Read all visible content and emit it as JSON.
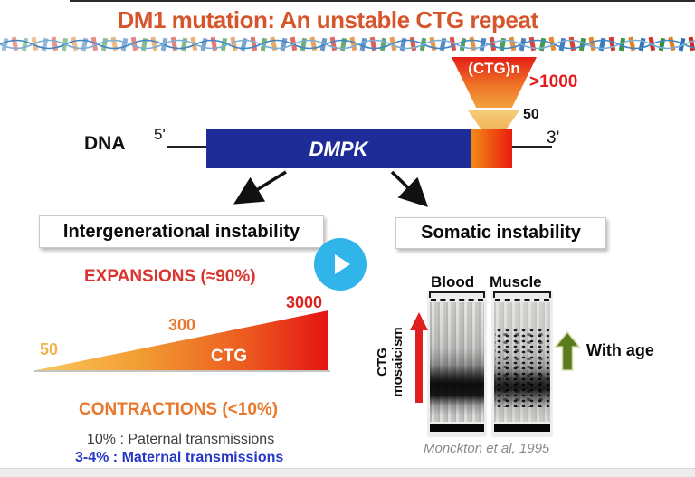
{
  "slide": {
    "title": "DM1 mutation: An unstable CTG repeat"
  },
  "gene_diagram": {
    "repeat_label": "(CTG)n",
    "expanded_size": ">1000",
    "normal_size": "50",
    "dna_label": "DNA",
    "five_prime_label": "5'",
    "three_prime_label": "3'",
    "gene_name": "DMPK"
  },
  "intergenerational": {
    "heading": "Intergenerational instability",
    "expansions_label": "EXPANSIONS (≈90%)",
    "repeat_scale": {
      "min": "50",
      "mid": "300",
      "max": "3000",
      "unit_label": "CTG"
    },
    "contractions_label": "CONTRACTIONS (<10%)",
    "paternal_line": "10% : Paternal transmissions",
    "maternal_line": "3-4% : Maternal transmissions"
  },
  "somatic": {
    "heading": "Somatic instability",
    "gel_labels": [
      "Blood",
      "Muscle"
    ],
    "axis_label_line1": "CTG",
    "axis_label_line2": "mosaicism",
    "with_age_label": "With age",
    "citation": "Monckton et al, 1995"
  },
  "video_player": {
    "play_icon": "play"
  },
  "colors": {
    "title_orange": "#d6552c",
    "dmpk_blue": "#1d2c96",
    "expansion_red": "#d9342f",
    "contraction_orange": "#e8772b",
    "maternal_blue": "#2636c8",
    "play_button_blue": "#31b4ea",
    "with_age_green": "#5c7a1f",
    "arrow_red": "#e01f1f"
  }
}
